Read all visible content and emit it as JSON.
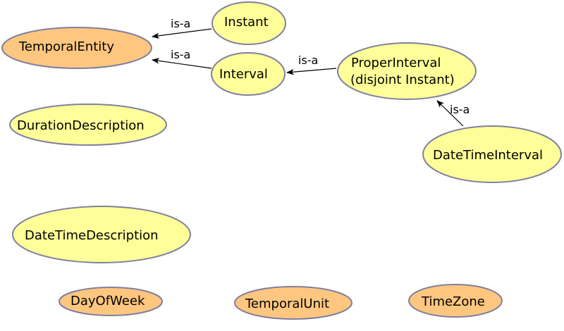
{
  "colors": {
    "class_fill": "#ffff99",
    "imported_fill": "#ffc680",
    "node_stroke": "#7f7f9f",
    "edge": "#000000"
  },
  "nodes": {
    "temporal_entity": {
      "label": "TemporalEntity",
      "style": "imported"
    },
    "instant": {
      "label": "Instant",
      "style": "class"
    },
    "interval": {
      "label": "Interval",
      "style": "class"
    },
    "proper_interval": {
      "lines": [
        "ProperInterval",
        "(disjoint Instant)"
      ],
      "style": "class"
    },
    "date_time_interval": {
      "label": "DateTimeInterval",
      "style": "class"
    },
    "duration_description": {
      "label": "DurationDescription",
      "style": "class"
    },
    "date_time_description": {
      "label": "DateTimeDescription",
      "style": "class"
    },
    "day_of_week": {
      "label": "DayOfWeek",
      "style": "imported"
    },
    "temporal_unit": {
      "label": "TemporalUnit",
      "style": "imported"
    },
    "time_zone": {
      "label": "TimeZone",
      "style": "imported"
    }
  },
  "edges": [
    {
      "from": "Instant",
      "to": "TemporalEntity",
      "label": "is-a"
    },
    {
      "from": "Interval",
      "to": "TemporalEntity",
      "label": "is-a"
    },
    {
      "from": "ProperInterval",
      "to": "Interval",
      "label": "is-a"
    },
    {
      "from": "DateTimeInterval",
      "to": "ProperInterval",
      "label": "is-a"
    }
  ]
}
